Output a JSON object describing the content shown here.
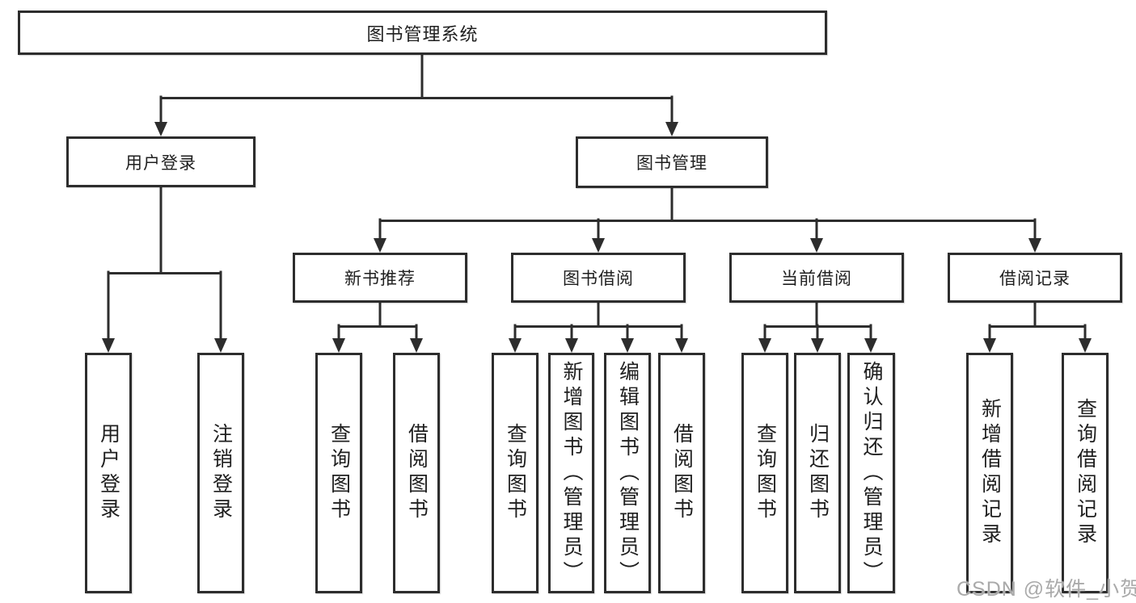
{
  "root": {
    "label": "图书管理系统"
  },
  "level2": {
    "user_login": {
      "label": "用户登录"
    },
    "book_management": {
      "label": "图书管理"
    }
  },
  "level3": {
    "new_book_recommend": {
      "label": "新书推荐"
    },
    "book_borrow": {
      "label": "图书借阅"
    },
    "current_borrow": {
      "label": "当前借阅"
    },
    "borrow_record": {
      "label": "借阅记录"
    }
  },
  "leaves": {
    "user_login": [
      "用户登录",
      "注销登录"
    ],
    "new_book_recommend": [
      "查询图书",
      "借阅图书"
    ],
    "book_borrow": [
      "查询图书",
      "新增图书（管理员）",
      "编辑图书（管理员）",
      "借阅图书"
    ],
    "current_borrow": [
      "查询图书",
      "归还图书",
      "确认归还（管理员）"
    ],
    "borrow_record": [
      "新增借阅记录",
      "查询借阅记录"
    ]
  },
  "watermark": "CSDN @软件_小贺同学",
  "colors": {
    "line": "#2d2d2d",
    "box_border": "#2d2d2d",
    "text": "#1f1f1f",
    "watermark": "#9e9e9e",
    "background": "#ffffff"
  }
}
